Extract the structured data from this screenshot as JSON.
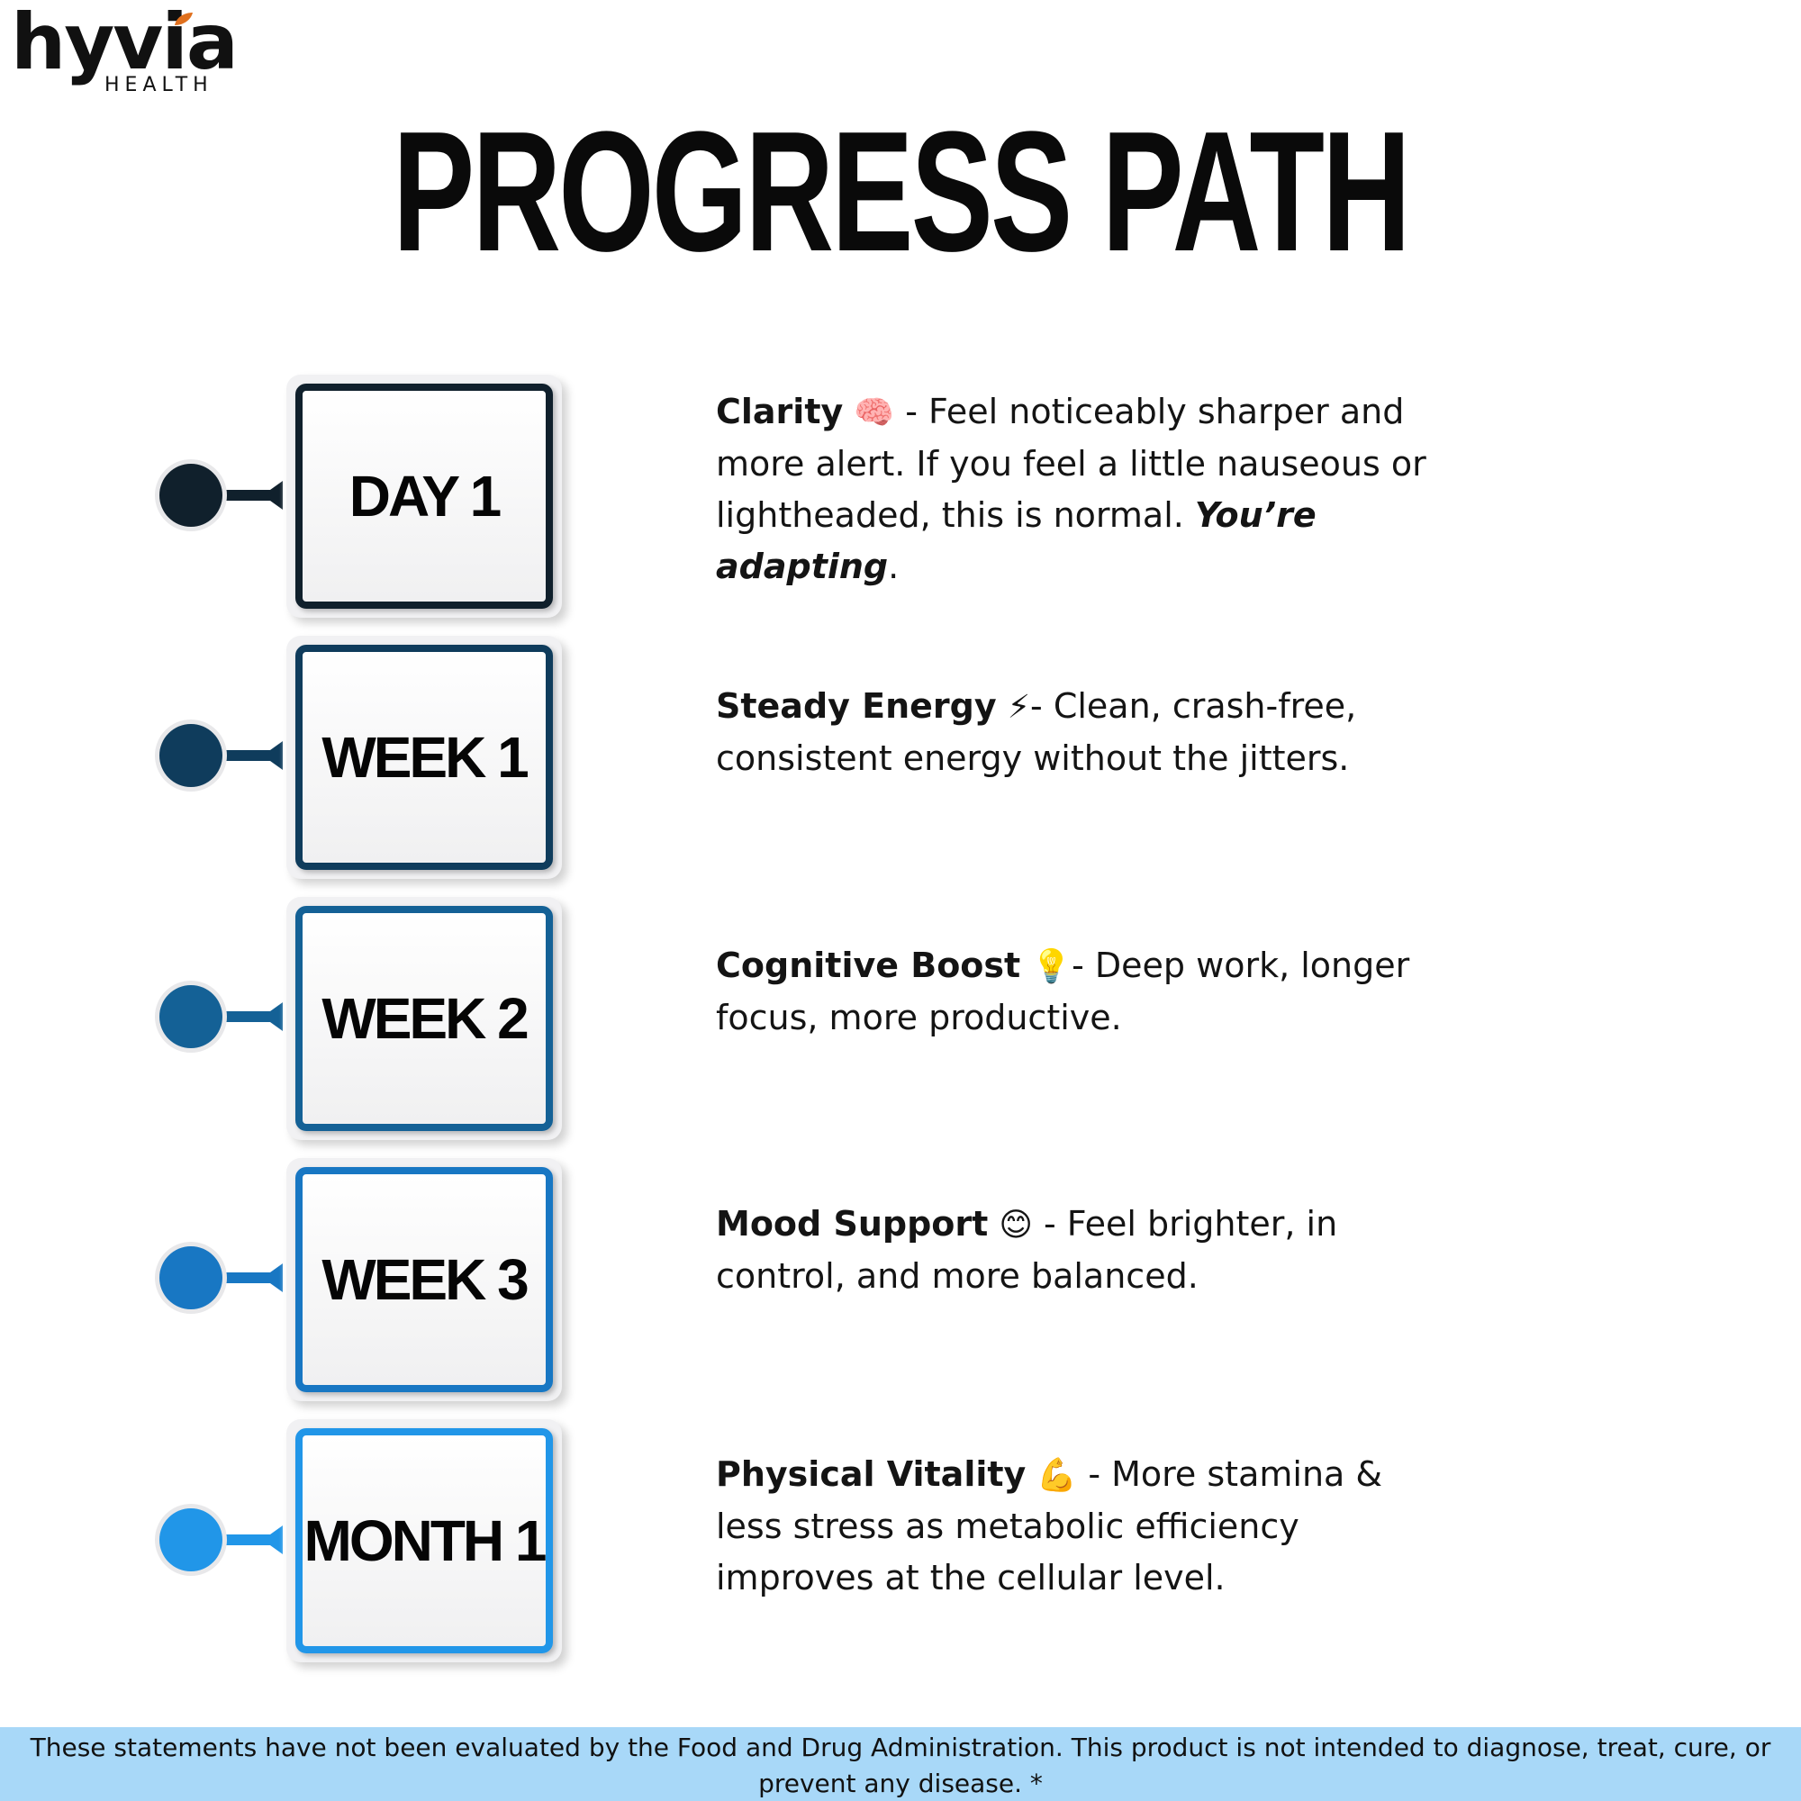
{
  "brand": {
    "name": "hyvia",
    "sub": "HEALTH",
    "leaf_color": "#e0701e"
  },
  "title": "PROGRESS PATH",
  "colors": {
    "step1": "#10202c",
    "step2": "#0f3c5c",
    "step3": "#146196",
    "step4": "#1877c3",
    "step5": "#2196e8"
  },
  "steps": [
    {
      "label": "DAY 1",
      "heading": "Clarity",
      "emoji": "🧠",
      "text_before": " - Feel noticeably sharper and more alert. If you feel a little nauseous or lightheaded, this is normal. ",
      "emphasis": "You’re adapting",
      "text_after": "."
    },
    {
      "label": "WEEK 1",
      "heading": "Steady Energy",
      "emoji": "⚡",
      "text_before": "- Clean, crash-free, consistent energy without the jitters.",
      "emphasis": "",
      "text_after": ""
    },
    {
      "label": "WEEK 2",
      "heading": "Cognitive Boost",
      "emoji": "💡",
      "text_before": "- Deep work, longer focus, more productive.",
      "emphasis": "",
      "text_after": ""
    },
    {
      "label": "WEEK 3",
      "heading": "Mood Support",
      "emoji": "😊",
      "text_before": " - Feel brighter, in control, and more balanced.",
      "emphasis": "",
      "text_after": ""
    },
    {
      "label": "MONTH 1",
      "heading": "Physical Vitality",
      "emoji": "💪",
      "text_before": " - More stamina & less stress as metabolic efficiency improves at the cellular level.",
      "emphasis": "",
      "text_after": ""
    }
  ],
  "disclaimer": "These statements have not been evaluated by the Food and Drug Administration. This product is not intended to diagnose, treat, cure, or prevent any disease. *"
}
